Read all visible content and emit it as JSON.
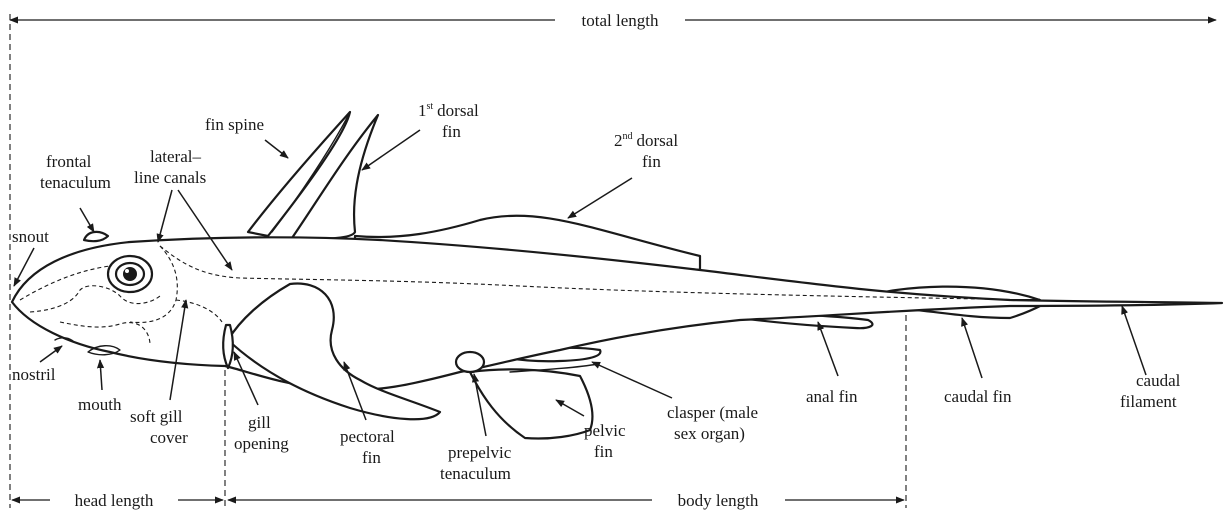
{
  "measurements": {
    "total": "total length",
    "head": "head length",
    "body": "body length"
  },
  "labels": {
    "fin_spine": "fin spine",
    "first_dorsal_num": "1",
    "first_dorsal_sup": "st",
    "first_dorsal_word": "dorsal",
    "first_dorsal_fin": "fin",
    "second_dorsal_num": "2",
    "second_dorsal_sup": "nd",
    "second_dorsal_word": "dorsal",
    "second_dorsal_fin": "fin",
    "frontal_1": "frontal",
    "frontal_2": "tenaculum",
    "lateral_1": "lateral–",
    "lateral_2": "line canals",
    "snout": "snout",
    "nostril": "nostril",
    "mouth": "mouth",
    "soft_gill_1": "soft gill",
    "soft_gill_2": "cover",
    "gill_open_1": "gill",
    "gill_open_2": "opening",
    "pectoral_1": "pectoral",
    "pectoral_2": "fin",
    "prepelvic_1": "prepelvic",
    "prepelvic_2": "tenaculum",
    "pelvic_1": "pelvic",
    "pelvic_2": "fin",
    "clasper_1": "clasper (male",
    "clasper_2": "sex organ)",
    "anal": "anal fin",
    "caudal_fin": "caudal fin",
    "caudal_fil_1": "caudal",
    "caudal_fil_2": "filament"
  }
}
